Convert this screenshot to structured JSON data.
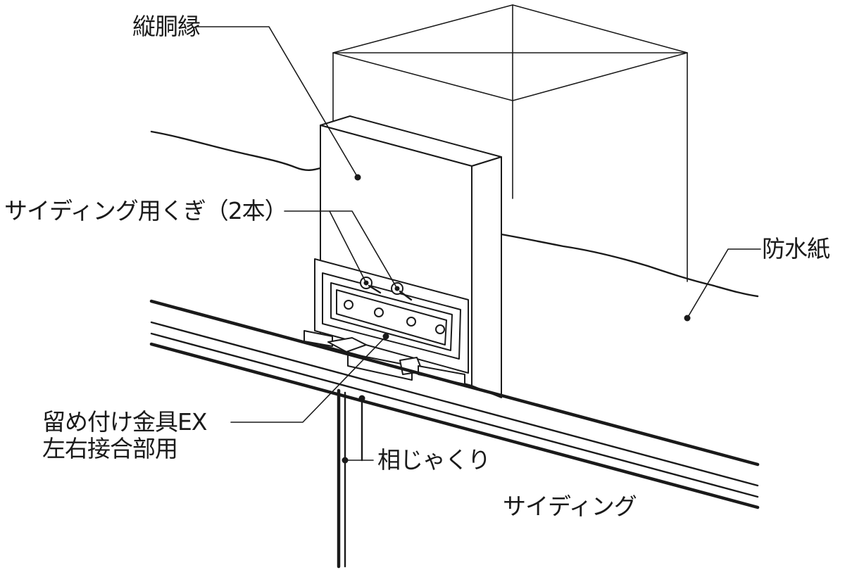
{
  "labels": {
    "vertical_trim": "縦胴縁",
    "siding_nails": "サイディング用くぎ（2本）",
    "waterproof_paper": "防水紙",
    "fastener_line1": "留め付け金具EX",
    "fastener_line2": "左右接合部用",
    "shiplap": "相じゃくり",
    "siding": "サイディング"
  },
  "colors": {
    "line": "#1a1a1a",
    "background": "#ffffff"
  },
  "icons": {
    "nail": "nail-icon",
    "leader_dot": "leader-dot"
  }
}
